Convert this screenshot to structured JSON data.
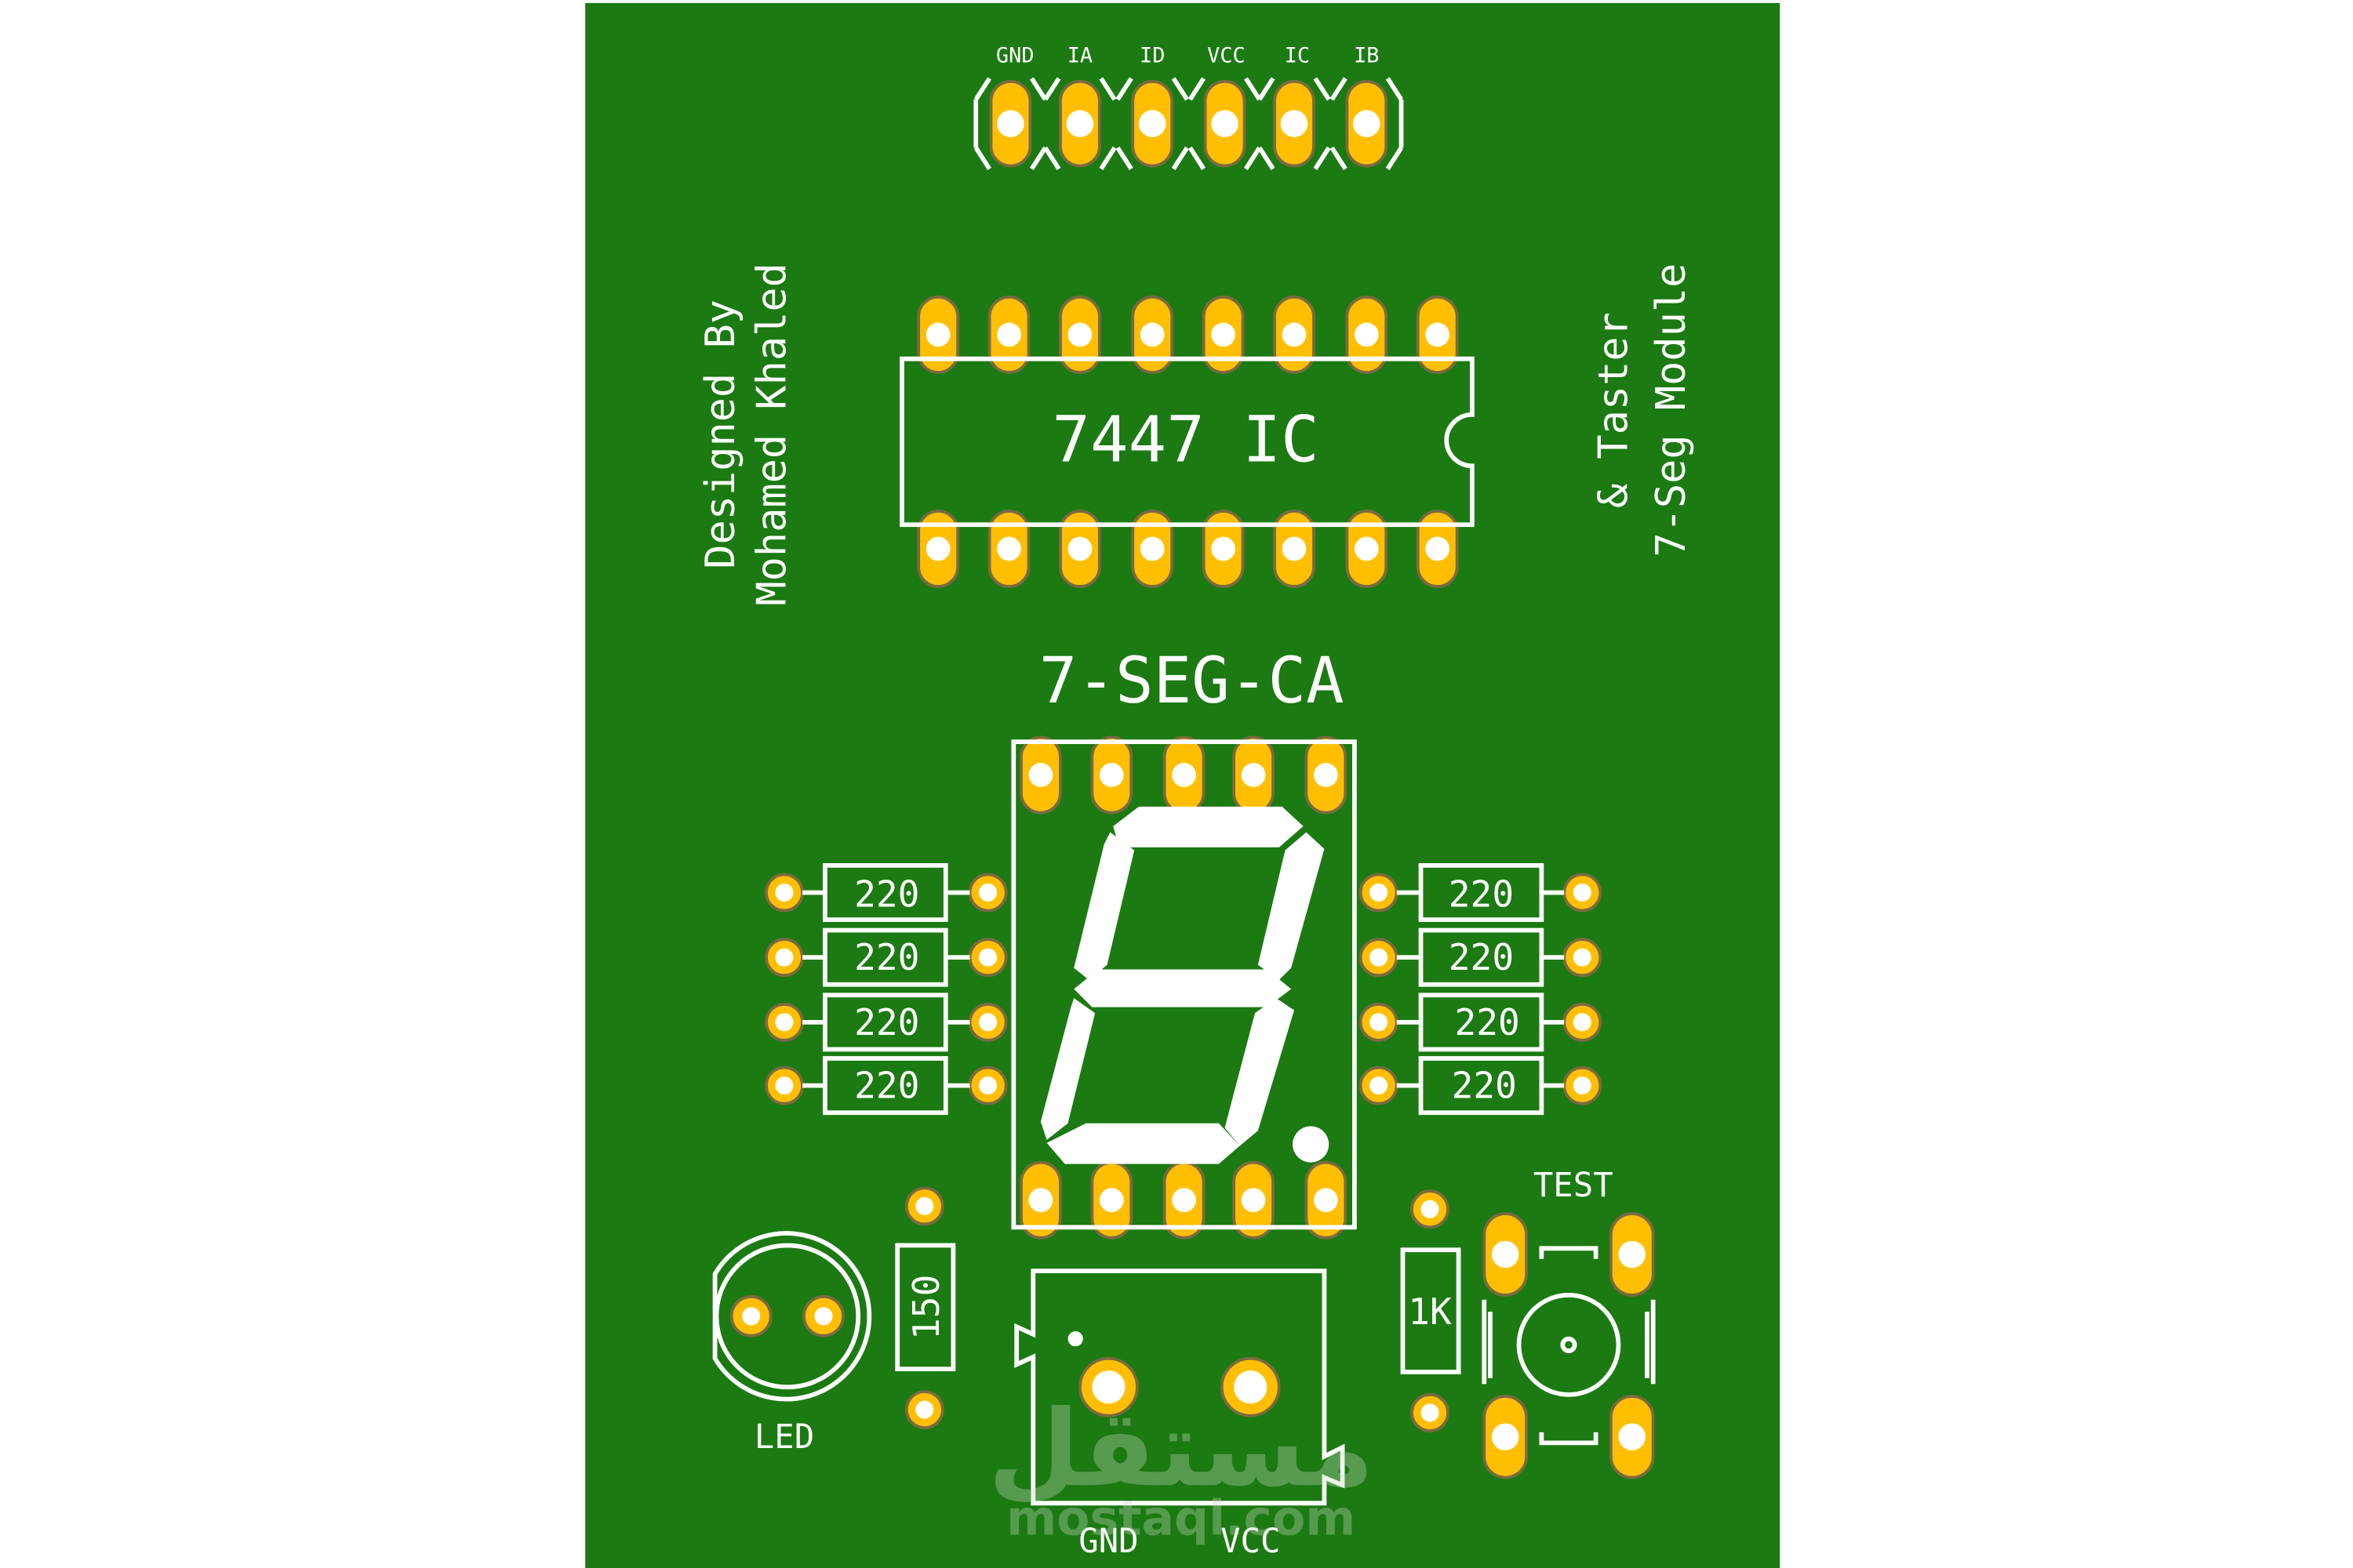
{
  "board": {
    "color": "#1b7a12",
    "pad_color": "#ffbf00",
    "silk_color": "#ffffff"
  },
  "header": {
    "pins": [
      "GND",
      "IA",
      "ID",
      "VCC",
      "IC",
      "IB"
    ]
  },
  "ic": {
    "label": "7447 IC"
  },
  "credits": {
    "line1": "Designed By",
    "line2": "Mohamed Khaled"
  },
  "module": {
    "line1": "& Taster",
    "line2": "7-Seg Module"
  },
  "display": {
    "label": "7-SEG-CA"
  },
  "resistors_left": [
    "220",
    "220",
    "220",
    "220"
  ],
  "resistors_right": [
    "220",
    "220",
    "220",
    "220"
  ],
  "led": {
    "label": "LED",
    "resistor": "150"
  },
  "power": {
    "gnd": "GND",
    "vcc": "VCC"
  },
  "button": {
    "label": "TEST",
    "resistor": "1K"
  },
  "watermark": {
    "arabic": "مستقل",
    "site": "mostaql.com"
  }
}
